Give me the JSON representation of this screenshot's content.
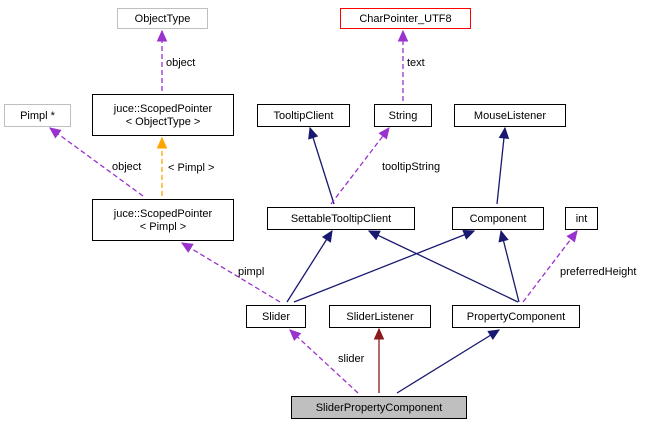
{
  "colors": {
    "inherit": "#191970",
    "private_inherit": "#8b1a1a",
    "usage": "#9a32cd",
    "template": "#ffa500",
    "border_default": "#000000",
    "border_muted": "#bfbfbf",
    "border_alert": "#ff0000",
    "focus_fill": "#bfbfbf",
    "fill": "#ffffff"
  },
  "nodes": {
    "objecttype": {
      "lines": [
        "ObjectType"
      ],
      "style": "muted"
    },
    "charpointer": {
      "lines": [
        "CharPointer_UTF8"
      ],
      "style": "alert"
    },
    "pimplptr": {
      "lines": [
        "Pimpl *"
      ],
      "style": "muted"
    },
    "scopedobj": {
      "lines": [
        "juce::ScopedPointer",
        "< ObjectType >"
      ],
      "style": "normal"
    },
    "tooltipclient": {
      "lines": [
        "TooltipClient"
      ],
      "style": "normal"
    },
    "string": {
      "lines": [
        "String"
      ],
      "style": "normal"
    },
    "mouselistener": {
      "lines": [
        "MouseListener"
      ],
      "style": "normal"
    },
    "scopedpimpl": {
      "lines": [
        "juce::ScopedPointer",
        "< Pimpl >"
      ],
      "style": "normal"
    },
    "settabletooltip": {
      "lines": [
        "SettableTooltipClient"
      ],
      "style": "normal"
    },
    "component": {
      "lines": [
        "Component"
      ],
      "style": "normal"
    },
    "int": {
      "lines": [
        "int"
      ],
      "style": "normal"
    },
    "slider": {
      "lines": [
        "Slider"
      ],
      "style": "normal"
    },
    "sliderlistener": {
      "lines": [
        "SliderListener"
      ],
      "style": "normal"
    },
    "propertycomponent": {
      "lines": [
        "PropertyComponent"
      ],
      "style": "normal"
    },
    "sliderpropertycomponent": {
      "lines": [
        "SliderPropertyComponent"
      ],
      "style": "focus"
    }
  },
  "edges": [
    {
      "id": "objecttype-scopedobj",
      "from": "objecttype",
      "to": "scopedobj",
      "kind": "usage",
      "label": "object"
    },
    {
      "id": "charpointer-string",
      "from": "charpointer",
      "to": "string",
      "kind": "usage",
      "label": "text"
    },
    {
      "id": "scopedobj-scopedpimpl",
      "from": "scopedobj",
      "to": "scopedpimpl",
      "kind": "template",
      "label": "< Pimpl >"
    },
    {
      "id": "pimplptr-scopedpimpl",
      "from": "pimplptr",
      "to": "scopedpimpl",
      "kind": "usage",
      "label": "object"
    },
    {
      "id": "tooltipclient-settable",
      "from": "tooltipclient",
      "to": "settabletooltip",
      "kind": "inherit",
      "label": ""
    },
    {
      "id": "string-settable",
      "from": "string",
      "to": "settabletooltip",
      "kind": "usage",
      "label": "tooltipString"
    },
    {
      "id": "mouselistener-component",
      "from": "mouselistener",
      "to": "component",
      "kind": "inherit",
      "label": ""
    },
    {
      "id": "scopedpimpl-slider",
      "from": "scopedpimpl",
      "to": "slider",
      "kind": "usage",
      "label": "pimpl"
    },
    {
      "id": "settable-slider",
      "from": "settabletooltip",
      "to": "slider",
      "kind": "inherit",
      "label": ""
    },
    {
      "id": "component-slider",
      "from": "component",
      "to": "slider",
      "kind": "inherit",
      "label": ""
    },
    {
      "id": "settable-property",
      "from": "settabletooltip",
      "to": "propertycomponent",
      "kind": "inherit",
      "label": ""
    },
    {
      "id": "component-property",
      "from": "component",
      "to": "propertycomponent",
      "kind": "inherit",
      "label": ""
    },
    {
      "id": "int-property",
      "from": "int",
      "to": "propertycomponent",
      "kind": "usage",
      "label": "preferredHeight"
    },
    {
      "id": "slider-sliderproperty",
      "from": "slider",
      "to": "sliderpropertycomponent",
      "kind": "usage",
      "label": "slider"
    },
    {
      "id": "sliderlistener-sliderproperty",
      "from": "sliderlistener",
      "to": "sliderpropertycomponent",
      "kind": "private_inherit",
      "label": ""
    },
    {
      "id": "property-sliderproperty",
      "from": "propertycomponent",
      "to": "sliderpropertycomponent",
      "kind": "inherit",
      "label": ""
    }
  ]
}
